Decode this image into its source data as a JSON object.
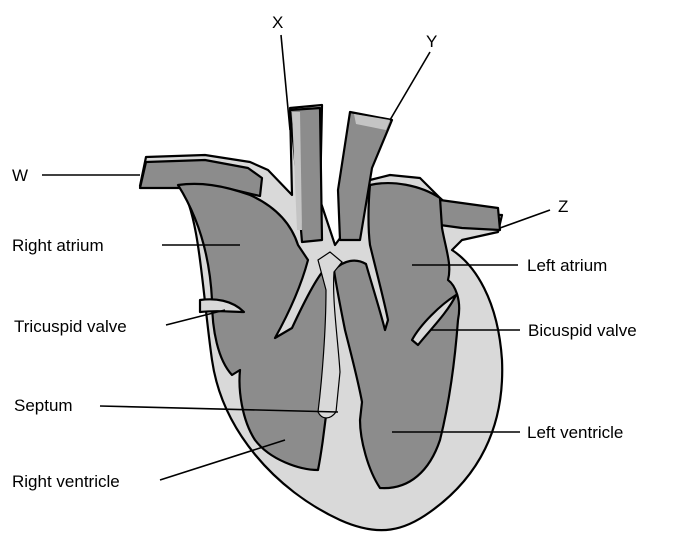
{
  "diagram": {
    "title": "",
    "labels": {
      "w": "W",
      "x": "X",
      "y": "Y",
      "z": "Z",
      "right_atrium": "Right atrium",
      "tricuspid_valve": "Tricuspid valve",
      "septum": "Septum",
      "right_ventricle": "Right ventricle",
      "left_atrium": "Left atrium",
      "bicuspid_valve": "Bicuspid valve",
      "left_ventricle": "Left ventricle"
    },
    "colors": {
      "outer_wall": "#d9d9d9",
      "chamber": "#8c8c8c",
      "vessel_lining": "#c4c4c4",
      "outline": "#000000"
    }
  }
}
